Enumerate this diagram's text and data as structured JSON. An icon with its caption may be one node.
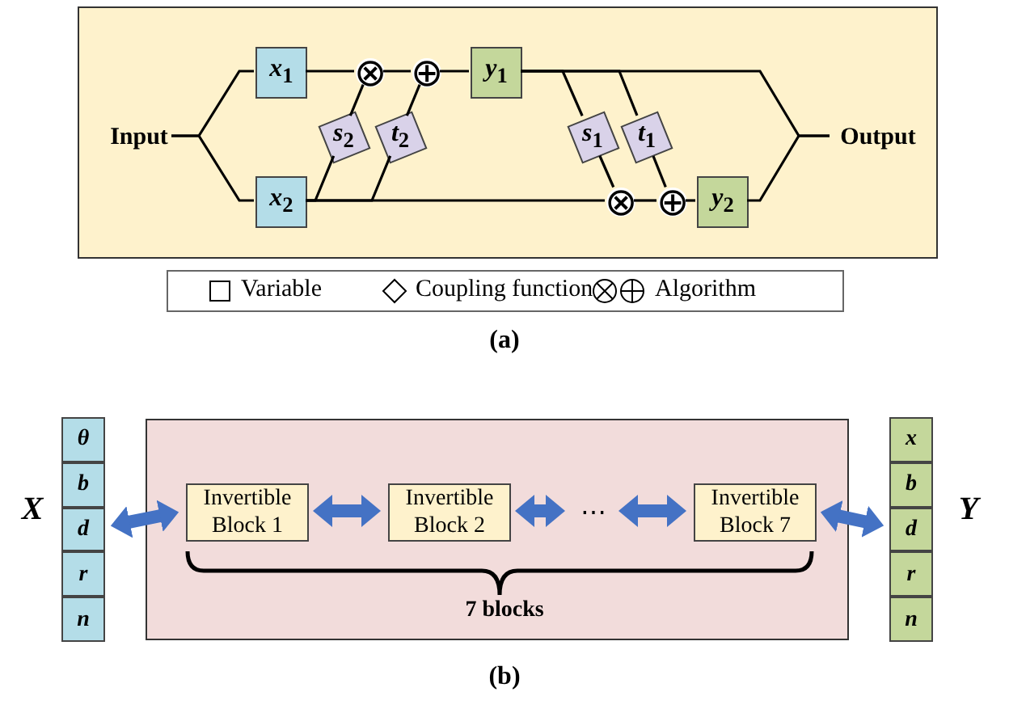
{
  "diagram": {
    "nodes": [
      {
        "text": [],
        "shape": "box"
      },
      {
        "text": [
          "Input"
        ],
        "in": 0
      },
      {
        "text": [
          "*x*$_{1}$"
        ],
        "in": 0
      },
      {
        "text": [
          "*x*$_{2}$"
        ],
        "in": 0
      },
      {
        "text": [
          "⊗"
        ],
        "in": 0
      },
      {
        "text": [
          "⊕"
        ],
        "in": 0
      },
      {
        "text": [
          "*s*$_{2}$"
        ],
        "in": 0
      },
      {
        "text": [
          "*t*$_{2}$"
        ],
        "in": 0
      },
      {
        "text": [
          "*y*$_{1}$"
        ],
        "in": 0
      },
      {
        "text": [
          "*s*$_{1}$"
        ],
        "in": 0
      },
      {
        "text": [
          "*t*$_{1}$"
        ],
        "in": 0
      },
      {
        "text": [
          "⊗"
        ],
        "in": 0
      },
      {
        "text": [
          "⊕"
        ],
        "in": 0
      },
      {
        "text": [
          "*y*$_{2}$"
        ],
        "in": 0
      },
      {
        "text": [
          "Output"
        ],
        "in": 0
      },
      {
        "text": [],
        "shape": "box",
        "beside": [
          "X"
        ]
      },
      {
        "text": [
          "θ"
        ],
        "in": 15
      },
      {
        "text": [
          "b"
        ],
        "in": 15
      },
      {
        "text": [
          "d"
        ],
        "in": 15
      },
      {
        "text": [
          "r"
        ],
        "in": 15
      },
      {
        "text": [
          "n"
        ],
        "in": 15
      },
      {
        "text": [],
        "shape": "box"
      },
      {
        "text": [
          "Invertible Block 1"
        ],
        "in": 21
      },
      {
        "text": [
          "Invertible Block 2"
        ],
        "in": 21
      },
      {
        "text": [
          "⋯"
        ],
        "in": 21
      },
      {
        "text": [
          "Invertible Block 7"
        ],
        "in": 21
      },
      {
        "text": [],
        "shape": "box",
        "beside": [
          "Y"
        ]
      },
      {
        "text": [
          "x"
        ],
        "in": 26
      },
      {
        "text": [
          "b"
        ],
        "in": 26
      },
      {
        "text": [
          "d"
        ],
        "in": 26
      },
      {
        "text": [
          "r"
        ],
        "in": 26
      },
      {
        "text": [
          "n"
        ],
        "in": 26
      }
    ],
    "edges": [
      {
        "from": 1,
        "to": 2,
        "arrow": "none"
      },
      {
        "from": 1,
        "to": 3,
        "arrow": "none"
      },
      {
        "from": 2,
        "to": 4,
        "arrow": "none"
      },
      {
        "from": 4,
        "to": 5,
        "arrow": "none"
      },
      {
        "from": 5,
        "to": 8,
        "arrow": "none"
      },
      {
        "from": 3,
        "to": 6,
        "arrow": "none"
      },
      {
        "from": 6,
        "to": 4,
        "arrow": "none"
      },
      {
        "from": 3,
        "to": 7,
        "arrow": "none"
      },
      {
        "from": 7,
        "to": 5,
        "arrow": "none"
      },
      {
        "from": 3,
        "to": 11,
        "arrow": "none"
      },
      {
        "from": 11,
        "to": 12,
        "arrow": "none"
      },
      {
        "from": 12,
        "to": 13,
        "arrow": "none"
      },
      {
        "from": 8,
        "to": 9,
        "arrow": "none"
      },
      {
        "from": 9,
        "to": 11,
        "arrow": "none"
      },
      {
        "from": 8,
        "to": 10,
        "arrow": "none"
      },
      {
        "from": 10,
        "to": 12,
        "arrow": "none"
      },
      {
        "from": 8,
        "to": 14,
        "arrow": "none"
      },
      {
        "from": 13,
        "to": 14,
        "arrow": "none"
      },
      {
        "from": 15,
        "to": 22,
        "arrow": "both",
        "style": "thick",
        "color": "#4472c4"
      },
      {
        "from": 22,
        "to": 23,
        "arrow": "both",
        "style": "thick",
        "color": "#4472c4"
      },
      {
        "from": 23,
        "to": 24,
        "arrow": "both",
        "style": "thick",
        "color": "#4472c4"
      },
      {
        "from": 24,
        "to": 25,
        "arrow": "both",
        "style": "thick",
        "color": "#4472c4"
      },
      {
        "from": 25,
        "to": 26,
        "arrow": "both",
        "style": "thick",
        "color": "#4472c4"
      }
    ],
    "labels": [
      "(a)",
      "7 blocks",
      "(b)"
    ],
    "legend": [
      {
        "text": "Variable"
      },
      {
        "text": "Coupling function"
      },
      {
        "text": "Algorithm"
      }
    ]
  }
}
